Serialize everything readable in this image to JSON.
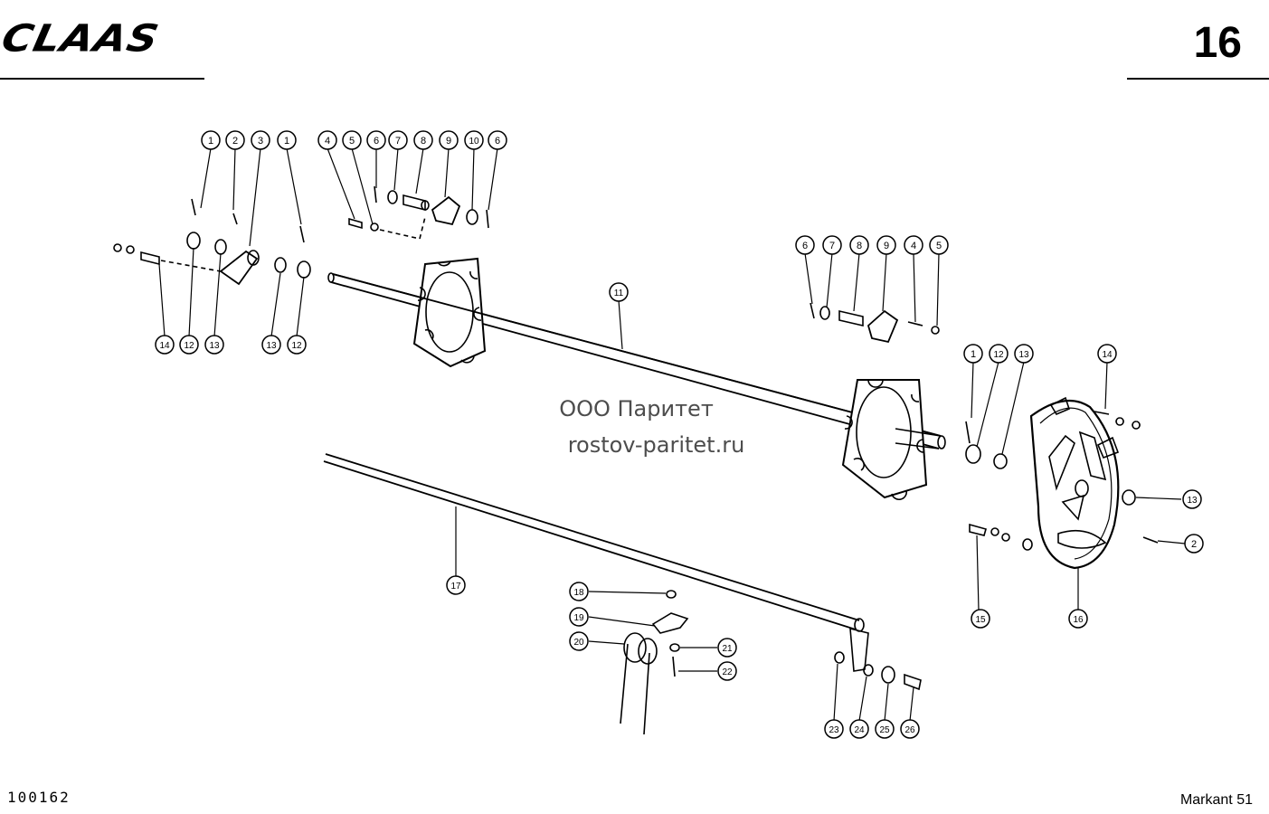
{
  "header": {
    "brand": "CLAAS",
    "page_number": "16"
  },
  "footer": {
    "doc_number": "100162",
    "model": "Markant 51"
  },
  "watermark": {
    "company": "ООО Паритет",
    "site": "rostov-paritet.ru"
  },
  "callouts": [
    {
      "label": "1"
    },
    {
      "label": "2"
    },
    {
      "label": "3"
    },
    {
      "label": "1"
    },
    {
      "label": "4"
    },
    {
      "label": "5"
    },
    {
      "label": "6"
    },
    {
      "label": "7"
    },
    {
      "label": "8"
    },
    {
      "label": "9"
    },
    {
      "label": "10"
    },
    {
      "label": "6"
    },
    {
      "label": "14"
    },
    {
      "label": "12"
    },
    {
      "label": "13"
    },
    {
      "label": "13"
    },
    {
      "label": "12"
    },
    {
      "label": "11"
    },
    {
      "label": "6"
    },
    {
      "label": "7"
    },
    {
      "label": "8"
    },
    {
      "label": "9"
    },
    {
      "label": "4"
    },
    {
      "label": "5"
    },
    {
      "label": "1"
    },
    {
      "label": "12"
    },
    {
      "label": "13"
    },
    {
      "label": "14"
    },
    {
      "label": "13"
    },
    {
      "label": "2"
    },
    {
      "label": "15"
    },
    {
      "label": "16"
    },
    {
      "label": "17"
    },
    {
      "label": "18"
    },
    {
      "label": "19"
    },
    {
      "label": "20"
    },
    {
      "label": "21"
    },
    {
      "label": "22"
    },
    {
      "label": "23"
    },
    {
      "label": "24"
    },
    {
      "label": "25"
    },
    {
      "label": "26"
    }
  ]
}
